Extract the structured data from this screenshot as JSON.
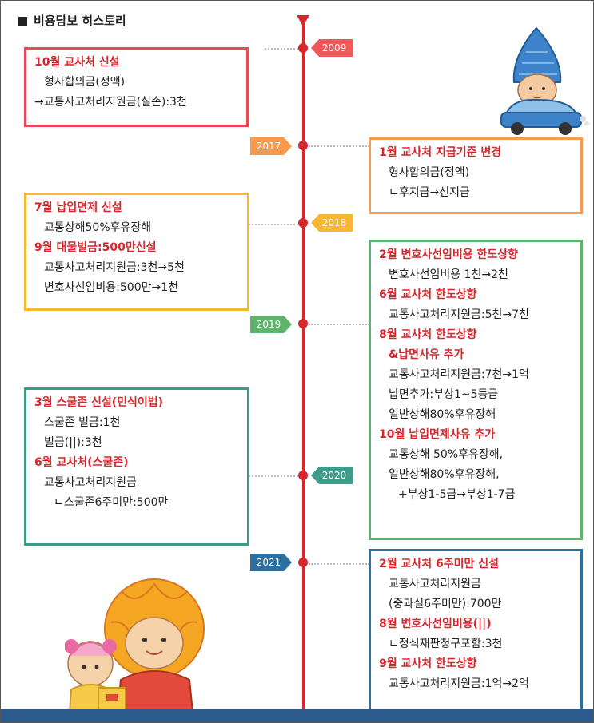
{
  "title": "비용담보 히스토리",
  "colors": {
    "line": "#d7262c",
    "y2009": "#f0595a",
    "y2017": "#f79a4d",
    "y2018": "#f7b731",
    "y2019": "#5fb36b",
    "y2020": "#3e9b8a",
    "y2021": "#2f6f9e"
  },
  "years": [
    "2009",
    "2017",
    "2018",
    "2019",
    "2020",
    "2021"
  ],
  "boxes": [
    {
      "lines": [
        {
          "t": "10월 교사처 신설",
          "s": "red"
        },
        {
          "t": "형사합의금(정액)",
          "s": "i1"
        },
        {
          "t": "→교통사고처리지원금(실손):3천",
          "s": "i0"
        }
      ]
    },
    {
      "lines": [
        {
          "t": "1월 교사처 지급기준 변경",
          "s": "red"
        },
        {
          "t": "형사합의금(정액)",
          "s": "i1"
        },
        {
          "t": "ㄴ후지급→선지급",
          "s": "i1"
        }
      ]
    },
    {
      "lines": [
        {
          "t": "7월 납입면제 신설",
          "s": "red"
        },
        {
          "t": "교통상해50%후유장해",
          "s": "i1"
        },
        {
          "t": "9월 대물벌금:500만신설",
          "s": "red"
        },
        {
          "t": "교통사고처리지원금:3천→5천",
          "s": "i1"
        },
        {
          "t": "변호사선임비용:500만→1천",
          "s": "i1"
        }
      ]
    },
    {
      "lines": [
        {
          "t": "2월 변호사선임비용 한도상향",
          "s": "red"
        },
        {
          "t": "변호사선임비용 1천→2천",
          "s": "i1"
        },
        {
          "t": "6월 교사처 한도상향",
          "s": "red"
        },
        {
          "t": "교통사고처리지원금:5천→7천",
          "s": "i1"
        },
        {
          "t": "8월 교사처 한도상향",
          "s": "red"
        },
        {
          "t": "&납면사유 추가",
          "s": "red i1"
        },
        {
          "t": "교통사고처리지원금:7천→1억",
          "s": "i1"
        },
        {
          "t": "납면추가:부상1~5등급",
          "s": "i1"
        },
        {
          "t": "일반상해80%후유장해",
          "s": "i1"
        },
        {
          "t": "10월 납입면제사유 추가",
          "s": "red"
        },
        {
          "t": "교통상해 50%후유장해,",
          "s": "i1"
        },
        {
          "t": "일반상해80%후유장해,",
          "s": "i1"
        },
        {
          "t": "+부상1-5급→부상1-7급",
          "s": "i2"
        }
      ]
    },
    {
      "lines": [
        {
          "t": "3월 스쿨존 신설(민식이법)",
          "s": "red"
        },
        {
          "t": "스쿨존 벌금:1천",
          "s": "i1"
        },
        {
          "t": "벌금(||):3천",
          "s": "i1"
        },
        {
          "t": "6월 교사처(스쿨존)",
          "s": "red"
        },
        {
          "t": "교통사고처리지원금",
          "s": "i1"
        },
        {
          "t": "ㄴ스쿨존6주미만:500만",
          "s": "i2"
        }
      ]
    },
    {
      "lines": [
        {
          "t": "2월 교사처 6주미만 신설",
          "s": "red"
        },
        {
          "t": "교통사고처리지원금",
          "s": "i1"
        },
        {
          "t": "(중과실6주미만):700만",
          "s": "i1"
        },
        {
          "t": "8월 변호사선임비용(||)",
          "s": "red"
        },
        {
          "t": "ㄴ정식재판청구포함:3천",
          "s": "i1"
        },
        {
          "t": "9월 교사처 한도상향",
          "s": "red"
        },
        {
          "t": "교통사고처리지원금:1억→2억",
          "s": "i1"
        }
      ]
    }
  ]
}
